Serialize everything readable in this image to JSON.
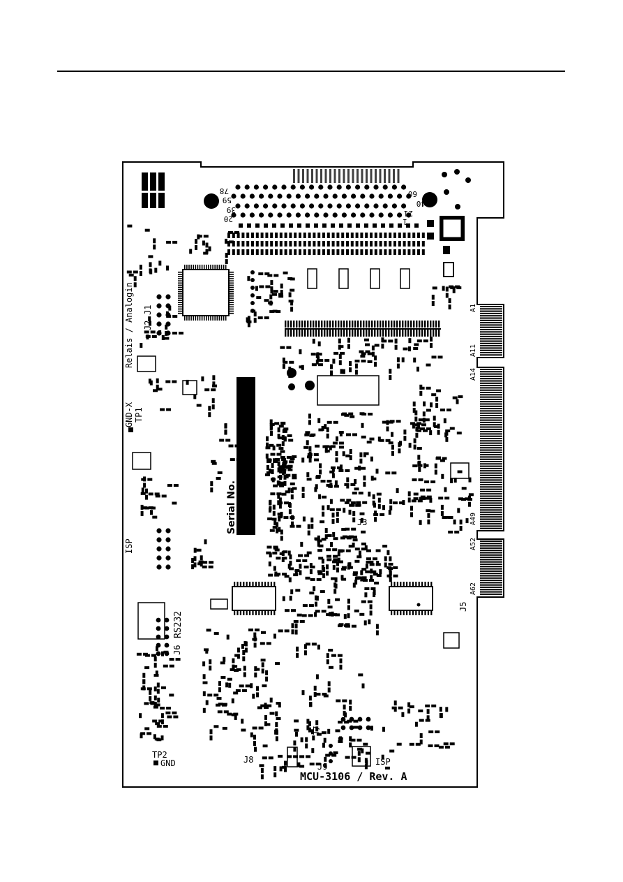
{
  "board": {
    "id": "MCU-3106 / Rev. A",
    "serial_label": "Serial No.",
    "labels": {
      "relais": "Relais / Analogin",
      "gnd_x": "GND-X",
      "tp1": "TP1",
      "isp_left": "ISP",
      "rs232": "RS232",
      "tp2": "TP2",
      "gnd": "GND",
      "isp_bottom": "ISP",
      "j1": "J1",
      "j2": "J2",
      "j3": "J3",
      "j5": "J5",
      "j6": "J6",
      "j7": "J7",
      "j8": "J8",
      "j9": "J9",
      "a1": "A1",
      "a11": "A11",
      "a14": "A14",
      "a49": "A49",
      "a52": "A52",
      "a62": "A62",
      "pin1": "1",
      "pin20": "20",
      "pin21": "21",
      "pin39": "39",
      "pin40": "40",
      "pin59": "59",
      "pin60": "60",
      "pin78": "78"
    },
    "colors": {
      "ink": "#000000",
      "paper": "#ffffff"
    }
  }
}
